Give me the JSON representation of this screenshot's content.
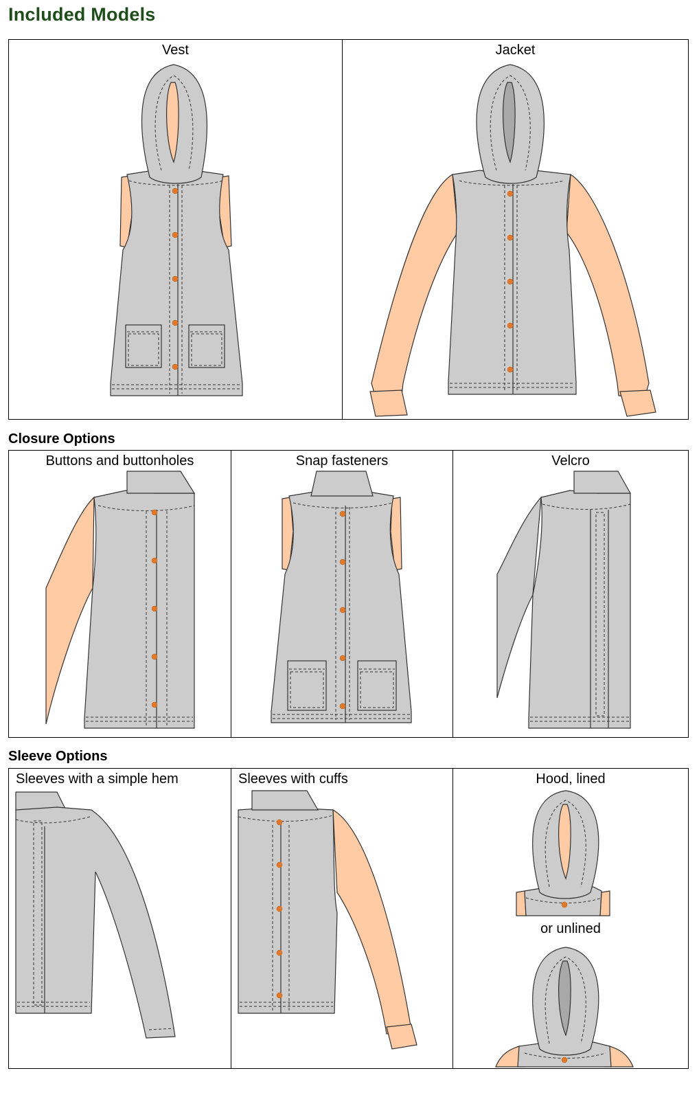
{
  "page": {
    "title": "Included Models"
  },
  "models": {
    "heading": "",
    "vest": "Vest",
    "jacket": "Jacket"
  },
  "closure": {
    "heading": "Closure Options",
    "buttons": "Buttons and buttonholes",
    "snaps": "Snap fasteners",
    "velcro": "Velcro"
  },
  "sleeve": {
    "heading": "Sleeve Options",
    "simple_hem": "Sleeves with a simple hem",
    "cuffs": "Sleeves with cuffs",
    "hood_lined": "Hood, lined",
    "hood_unlined": "or unlined"
  },
  "colors": {
    "fabric_gray": "#cccccc",
    "accent_peach": "#ffcba4",
    "button_orange": "#e07a2a",
    "title_green": "#1f4d1a"
  }
}
